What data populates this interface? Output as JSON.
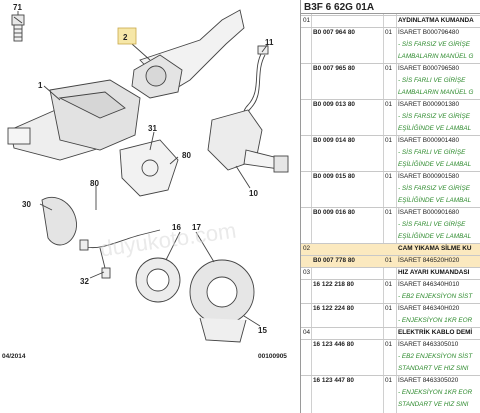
{
  "diagram": {
    "callouts": [
      "71",
      "2",
      "11",
      "1",
      "31",
      "80",
      "80",
      "10",
      "30",
      "16",
      "17",
      "32",
      "15"
    ],
    "footer_left": "04/2014",
    "footer_right": "00100905"
  },
  "watermark": "duyukoto.com",
  "catalog": {
    "header": "B3F 6 62G 01A",
    "rows": [
      {
        "a": "01",
        "b": "",
        "c": "",
        "d": "AYDINLATMA KUMANDA",
        "style": "bold"
      },
      {
        "a": "",
        "b": "B0 007 964 80",
        "c": "01",
        "d": "İSARET B000796480",
        "style": ""
      },
      {
        "a": "",
        "b": "",
        "c": "",
        "d": "- SİS FARSIZ VE GİRİŞE",
        "style": "green"
      },
      {
        "a": "",
        "b": "",
        "c": "",
        "d": "LAMBALARIN MANÜEL G",
        "style": "green"
      },
      {
        "a": "",
        "b": "B0 007 965 80",
        "c": "01",
        "d": "İSARET B000796580",
        "style": ""
      },
      {
        "a": "",
        "b": "",
        "c": "",
        "d": "- SİS FARLI VE GİRİŞE",
        "style": "green"
      },
      {
        "a": "",
        "b": "",
        "c": "",
        "d": "LAMBALARIN MANÜEL G",
        "style": "green"
      },
      {
        "a": "",
        "b": "B0 009 013 80",
        "c": "01",
        "d": "İSARET B000901380",
        "style": ""
      },
      {
        "a": "",
        "b": "",
        "c": "",
        "d": "- SİS FARSIZ VE GİRİŞE",
        "style": "green"
      },
      {
        "a": "",
        "b": "",
        "c": "",
        "d": "EŞİLİĞİNDE VE LAMBAL",
        "style": "green"
      },
      {
        "a": "",
        "b": "B0 009 014 80",
        "c": "01",
        "d": "İSARET B000901480",
        "style": ""
      },
      {
        "a": "",
        "b": "",
        "c": "",
        "d": "- SİS FARLI VE GİRİŞE",
        "style": "green"
      },
      {
        "a": "",
        "b": "",
        "c": "",
        "d": "EŞİLİĞİNDE VE LAMBAL",
        "style": "green"
      },
      {
        "a": "",
        "b": "B0 009 015 80",
        "c": "01",
        "d": "İSARET B000901580",
        "style": ""
      },
      {
        "a": "",
        "b": "",
        "c": "",
        "d": "- SİS FARSIZ VE GİRİŞE",
        "style": "green"
      },
      {
        "a": "",
        "b": "",
        "c": "",
        "d": "EŞİLİĞİNDE VE LAMBAL",
        "style": "green"
      },
      {
        "a": "",
        "b": "B0 009 016 80",
        "c": "01",
        "d": "İSARET B000901680",
        "style": ""
      },
      {
        "a": "",
        "b": "",
        "c": "",
        "d": "- SİS FARLI VE GİRİŞE",
        "style": "green"
      },
      {
        "a": "",
        "b": "",
        "c": "",
        "d": "EŞİLİĞİNDE VE LAMBAL",
        "style": "green"
      },
      {
        "a": "02",
        "b": "",
        "c": "",
        "d": "CAM YIKAMA SİLME KU",
        "style": "bold"
      },
      {
        "a": "",
        "b": "B0 007 778 80",
        "c": "01",
        "d": "İSARET 846520H020",
        "style": ""
      },
      {
        "a": "03",
        "b": "",
        "c": "",
        "d": "HIZ AYARI KUMANDASI",
        "style": "bold"
      },
      {
        "a": "",
        "b": "16 122 218 80",
        "c": "01",
        "d": "İSARET 846340H010",
        "style": ""
      },
      {
        "a": "",
        "b": "",
        "c": "",
        "d": "- EB2 ENJEKSİYON SİST",
        "style": "green"
      },
      {
        "a": "",
        "b": "16 122 224 80",
        "c": "01",
        "d": "İSARET 846340H020",
        "style": ""
      },
      {
        "a": "",
        "b": "",
        "c": "",
        "d": "- ENJEKSİYON 1KR EOR",
        "style": "green"
      },
      {
        "a": "04",
        "b": "",
        "c": "",
        "d": "ELEKTRİK KABLO DEMİ",
        "style": "bold"
      },
      {
        "a": "",
        "b": "16 123 446 80",
        "c": "01",
        "d": "İSARET 8463305010",
        "style": ""
      },
      {
        "a": "",
        "b": "",
        "c": "",
        "d": "- EB2 ENJEKSİYON SİST",
        "style": "green"
      },
      {
        "a": "",
        "b": "",
        "c": "",
        "d": "STANDART VE HIZ SINI",
        "style": "green"
      },
      {
        "a": "",
        "b": "16 123 447 80",
        "c": "01",
        "d": "İSARET 8463305020",
        "style": ""
      },
      {
        "a": "",
        "b": "",
        "c": "",
        "d": "- ENJEKSİYON 1KR EOR",
        "style": "green"
      },
      {
        "a": "",
        "b": "",
        "c": "",
        "d": "STANDART VE HIZ SINI",
        "style": "green"
      }
    ]
  }
}
